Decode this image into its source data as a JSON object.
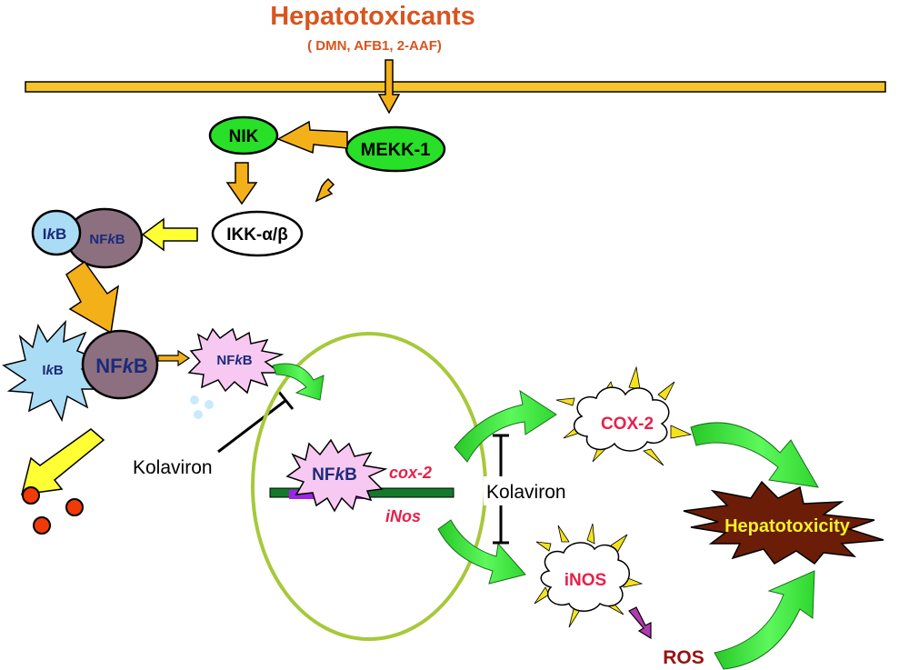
{
  "title": "Hepatotoxicants",
  "subtitle": "( DMN, AFB1, 2-AAF)",
  "nodes": {
    "nik": "NIK",
    "mekk1": "MEKK-1",
    "ikk": "IKK-α/β",
    "ikb_a": "I",
    "ikb_b": "B",
    "nfkb_a": "NF",
    "nfkb_b": "B",
    "k": "k"
  },
  "genes": {
    "cox2": "cox-2",
    "inos": "iNos"
  },
  "products": {
    "cox2": "COX-2",
    "inos": "iNOS",
    "ros": "ROS"
  },
  "outcome": "Hepatotoxicity",
  "inhibitor": "Kolaviron",
  "colors": {
    "title": "#d9541e",
    "membrane": "#f5c32a",
    "arrow_orange": "#f4b018",
    "arrow_yellow": "#ffff33",
    "arrow_green": "#3cf03c",
    "node_green": "#27e027",
    "ikb_fill": "#aadcf5",
    "nfkb_fill": "#8c7080",
    "nfkb_star": "#f7c8f2",
    "nucleus_ring": "#a8c83a",
    "dna": "#137a2c",
    "dna_bind": "#a023e8",
    "outcome_fill": "#6b1d08",
    "outcome_text": "#f6f026",
    "gene_text": "#e8204a",
    "ros_text": "#9a1010",
    "dot_red": "#f03a08",
    "dot_blue": "#c8eafa",
    "ros_arrow": "#b03ab0"
  }
}
